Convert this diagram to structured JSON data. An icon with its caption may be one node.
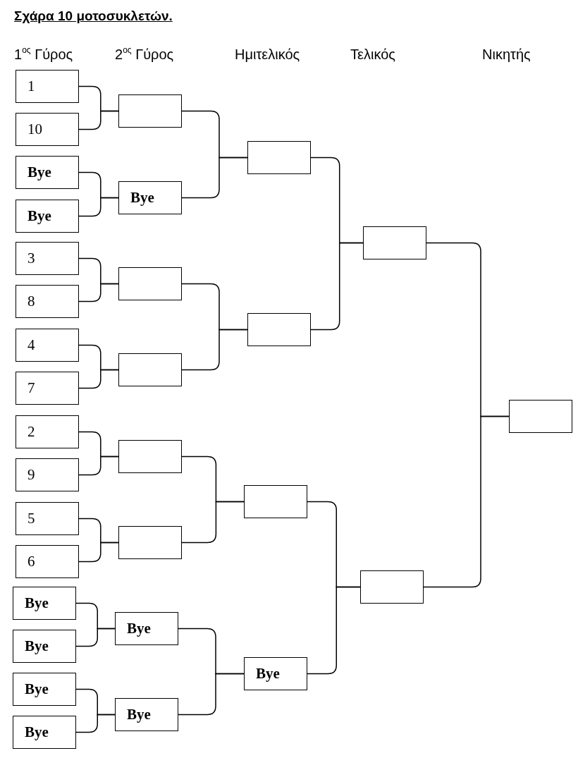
{
  "diagram": {
    "title": "Σχάρα 10 μοτοσυκλετών.",
    "labels": [
      "1$^{ος}$ Γύρος",
      "2$^{ος}$ Γύρος",
      "Ημιτελικός",
      "Τελικός",
      "Νικητής"
    ],
    "nodes": [
      {
        "text": [
          "1"
        ]
      },
      {
        "text": [
          "10"
        ]
      },
      {
        "text": [
          "**Bye**"
        ]
      },
      {
        "text": [
          "**Bye**"
        ]
      },
      {
        "text": [
          "3"
        ]
      },
      {
        "text": [
          "8"
        ]
      },
      {
        "text": [
          "4"
        ]
      },
      {
        "text": [
          "7"
        ]
      },
      {
        "text": [
          "2"
        ]
      },
      {
        "text": [
          "9"
        ]
      },
      {
        "text": [
          "5"
        ]
      },
      {
        "text": [
          "6"
        ]
      },
      {
        "text": [
          "**Bye**"
        ]
      },
      {
        "text": [
          "**Bye**"
        ]
      },
      {
        "text": [
          "**Bye**"
        ]
      },
      {
        "text": [
          "**Bye**"
        ]
      },
      {
        "text": [],
        "shape": "box"
      },
      {
        "text": [
          "**Bye**"
        ]
      },
      {
        "text": [],
        "shape": "box"
      },
      {
        "text": [],
        "shape": "box"
      },
      {
        "text": [],
        "shape": "box"
      },
      {
        "text": [],
        "shape": "box"
      },
      {
        "text": [
          "**Bye**"
        ]
      },
      {
        "text": [
          "**Bye**"
        ]
      },
      {
        "text": [],
        "shape": "box"
      },
      {
        "text": [],
        "shape": "box"
      },
      {
        "text": [],
        "shape": "box"
      },
      {
        "text": [
          "**Bye**"
        ]
      },
      {
        "text": [],
        "shape": "box"
      },
      {
        "text": [],
        "shape": "box"
      },
      {
        "text": [],
        "shape": "box"
      }
    ],
    "edges": [
      {
        "from": 0,
        "to": 16,
        "arrow": "none"
      },
      {
        "from": 1,
        "to": 16,
        "arrow": "none"
      },
      {
        "from": 2,
        "to": 17,
        "arrow": "none"
      },
      {
        "from": 3,
        "to": 17,
        "arrow": "none"
      },
      {
        "from": 4,
        "to": 18,
        "arrow": "none"
      },
      {
        "from": 5,
        "to": 18,
        "arrow": "none"
      },
      {
        "from": 6,
        "to": 19,
        "arrow": "none"
      },
      {
        "from": 7,
        "to": 19,
        "arrow": "none"
      },
      {
        "from": 8,
        "to": 20,
        "arrow": "none"
      },
      {
        "from": 9,
        "to": 20,
        "arrow": "none"
      },
      {
        "from": 10,
        "to": 21,
        "arrow": "none"
      },
      {
        "from": 11,
        "to": 21,
        "arrow": "none"
      },
      {
        "from": 12,
        "to": 22,
        "arrow": "none"
      },
      {
        "from": 13,
        "to": 22,
        "arrow": "none"
      },
      {
        "from": 14,
        "to": 23,
        "arrow": "none"
      },
      {
        "from": 15,
        "to": 23,
        "arrow": "none"
      },
      {
        "from": 16,
        "to": 24,
        "arrow": "none"
      },
      {
        "from": 17,
        "to": 24,
        "arrow": "none"
      },
      {
        "from": 18,
        "to": 25,
        "arrow": "none"
      },
      {
        "from": 19,
        "to": 25,
        "arrow": "none"
      },
      {
        "from": 20,
        "to": 26,
        "arrow": "none"
      },
      {
        "from": 21,
        "to": 26,
        "arrow": "none"
      },
      {
        "from": 22,
        "to": 27,
        "arrow": "none"
      },
      {
        "from": 23,
        "to": 27,
        "arrow": "none"
      },
      {
        "from": 24,
        "to": 28,
        "arrow": "none"
      },
      {
        "from": 25,
        "to": 28,
        "arrow": "none"
      },
      {
        "from": 26,
        "to": 29,
        "arrow": "none"
      },
      {
        "from": 27,
        "to": 29,
        "arrow": "none"
      },
      {
        "from": 28,
        "to": 30,
        "arrow": "none"
      },
      {
        "from": 29,
        "to": 30,
        "arrow": "none"
      }
    ]
  }
}
